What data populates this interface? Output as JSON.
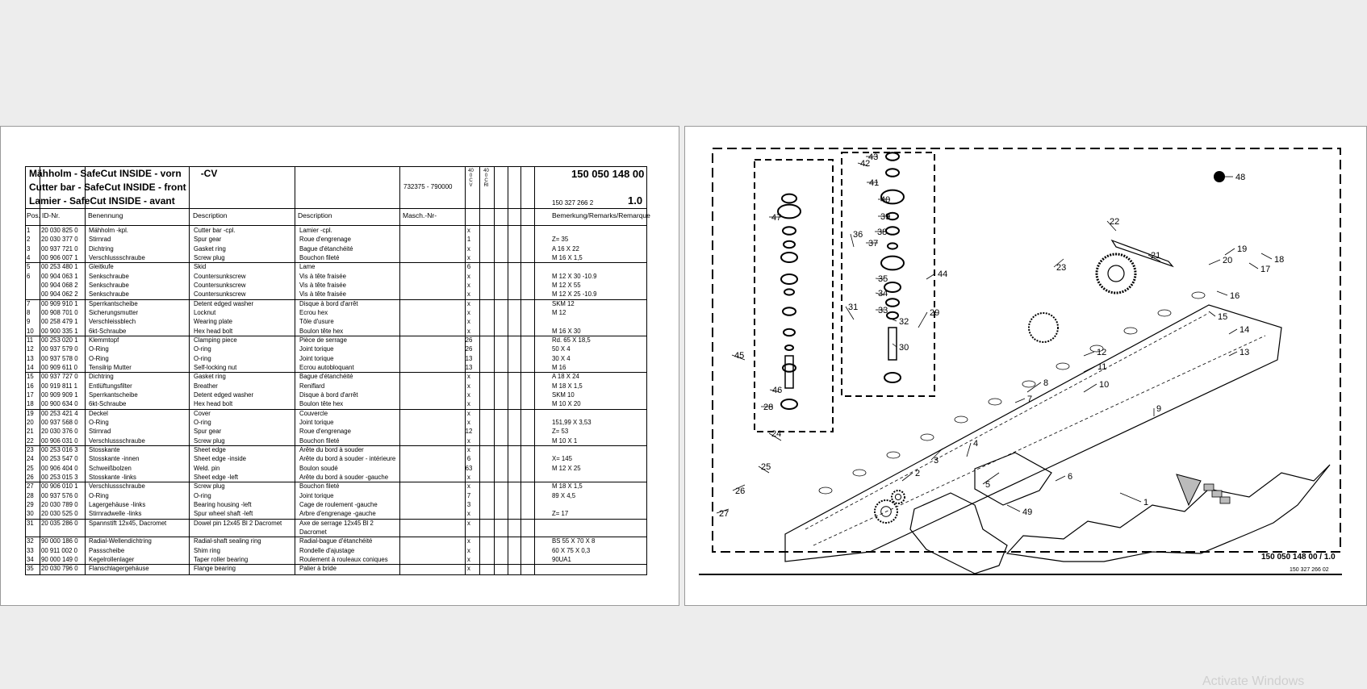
{
  "header": {
    "title_de": "Mähholm - SafeCut INSIDE - vorn",
    "title_suffix": "-CV",
    "title_en": "Cutter bar - SafeCut INSIDE - front",
    "title_fr": "Lamier - SafeCut INSIDE - avant",
    "machine_range": "732375 - 790000",
    "part_number": "150 050 148 00",
    "drawing_number": "150 327 266 2",
    "version": "1.0",
    "variant_label_1": "400CV",
    "variant_label_2": "400CRI"
  },
  "columns": {
    "pos": "Pos.",
    "id": "ID-Nr.",
    "benennung": "Benennung",
    "description_en": "Description",
    "description_fr": "Description",
    "masch": "Masch.-Nr-",
    "remarks": "Bemerkung/Remarks/Remarque"
  },
  "parts": [
    {
      "pos": "1",
      "id": "20 030 825 0",
      "de": "Mähholm -kpl.",
      "en": "Cutter bar -cpl.",
      "fr": "Lamier -cpl.",
      "qty": "x",
      "rem": ""
    },
    {
      "pos": "2",
      "id": "20 030 377 0",
      "de": "Stirnrad",
      "en": "Spur gear",
      "fr": "Roue d'engrenage",
      "qty": "1",
      "rem": "Z= 35"
    },
    {
      "pos": "3",
      "id": "00 937 721 0",
      "de": "Dichtring",
      "en": "Gasket ring",
      "fr": "Bague d'étanchéité",
      "qty": "x",
      "rem": "A 16 X 22"
    },
    {
      "pos": "4",
      "id": "00 906 007 1",
      "de": "Verschlussschraube",
      "en": "Screw plug",
      "fr": "Bouchon fileté",
      "qty": "x",
      "rem": "M 16 X 1,5"
    },
    {
      "pos": "5",
      "id": "00 253 480 1",
      "de": "Gleitkufe",
      "en": "Skid",
      "fr": "Lame",
      "qty": "6",
      "rem": ""
    },
    {
      "pos": "6",
      "id": "00 904 063 1",
      "de": "Senkschraube",
      "en": "Countersunkscrew",
      "fr": "Vis à tête fraisée",
      "qty": "x",
      "rem": "M 12 X 30 -10.9"
    },
    {
      "pos": "",
      "id": "00 904 068 2",
      "de": "Senkschraube",
      "en": "Countersunkscrew",
      "fr": "Vis à tête fraisée",
      "qty": "x",
      "rem": "M 12 X 55"
    },
    {
      "pos": "",
      "id": "00 904 062 2",
      "de": "Senkschraube",
      "en": "Countersunkscrew",
      "fr": "Vis à tête fraisée",
      "qty": "x",
      "rem": "M 12 X 25 -10.9"
    },
    {
      "pos": "7",
      "id": "00 909 910 1",
      "de": "Sperrkantscheibe",
      "en": "Detent edged washer",
      "fr": "Disque à bord d'arrêt",
      "qty": "x",
      "rem": "SKM 12"
    },
    {
      "pos": "8",
      "id": "00 908 701 0",
      "de": "Sicherungsmutter",
      "en": "Locknut",
      "fr": "Ecrou hex",
      "qty": "x",
      "rem": "M 12"
    },
    {
      "pos": "9",
      "id": "00 258 479 1",
      "de": "Verschleissblech",
      "en": "Wearing plate",
      "fr": "Tôle d'usure",
      "qty": "x",
      "rem": ""
    },
    {
      "pos": "10",
      "id": "00 900 335 1",
      "de": "6kt-Schraube",
      "en": "Hex head bolt",
      "fr": "Boulon tête hex",
      "qty": "x",
      "rem": "M 16 X 30"
    },
    {
      "pos": "11",
      "id": "00 253 020 1",
      "de": "Klemmtopf",
      "en": "Clamping piece",
      "fr": "Pièce de serrage",
      "qty": "26",
      "rem": "Rd. 65 X 18,5"
    },
    {
      "pos": "12",
      "id": "00 937 579 0",
      "de": "O-Ring",
      "en": "O-ring",
      "fr": "Joint torique",
      "qty": "26",
      "rem": "50 X 4"
    },
    {
      "pos": "13",
      "id": "00 937 578 0",
      "de": "O-Ring",
      "en": "O-ring",
      "fr": "Joint torique",
      "qty": "13",
      "rem": "30 X 4"
    },
    {
      "pos": "14",
      "id": "00 909 611 0",
      "de": "Tensilrip Mutter",
      "en": "Self-locking nut",
      "fr": "Ecrou autobloquant",
      "qty": "13",
      "rem": "M 16"
    },
    {
      "pos": "15",
      "id": "00 937 727 0",
      "de": "Dichtring",
      "en": "Gasket ring",
      "fr": "Bague d'étanchéité",
      "qty": "x",
      "rem": "A 18 X 24"
    },
    {
      "pos": "16",
      "id": "00 919 811 1",
      "de": "Entlüftungsfilter",
      "en": "Breather",
      "fr": "Reniflard",
      "qty": "x",
      "rem": "M 18 X 1,5"
    },
    {
      "pos": "17",
      "id": "00 909 909 1",
      "de": "Sperrkantscheibe",
      "en": "Detent edged washer",
      "fr": "Disque à bord d'arrêt",
      "qty": "x",
      "rem": "SKM 10"
    },
    {
      "pos": "18",
      "id": "00 900 634 0",
      "de": "6kt-Schraube",
      "en": "Hex head bolt",
      "fr": "Boulon tête hex",
      "qty": "x",
      "rem": "M 10 X 20"
    },
    {
      "pos": "19",
      "id": "00 253 421 4",
      "de": "Deckel",
      "en": "Cover",
      "fr": "Couvercle",
      "qty": "x",
      "rem": ""
    },
    {
      "pos": "20",
      "id": "00 937 568 0",
      "de": "O-Ring",
      "en": "O-ring",
      "fr": "Joint torique",
      "qty": "x",
      "rem": "151,99 X 3,53"
    },
    {
      "pos": "21",
      "id": "20 030 376 0",
      "de": "Stirnrad",
      "en": "Spur gear",
      "fr": "Roue d'engrenage",
      "qty": "12",
      "rem": "Z= 53"
    },
    {
      "pos": "22",
      "id": "00 906 031 0",
      "de": "Verschlussschraube",
      "en": "Screw plug",
      "fr": "Bouchon fileté",
      "qty": "x",
      "rem": "M 10 X 1"
    },
    {
      "pos": "23",
      "id": "00 253 016 3",
      "de": "Stosskante",
      "en": "Sheet edge",
      "fr": "Arête du bord à souder",
      "qty": "x",
      "rem": ""
    },
    {
      "pos": "24",
      "id": "00 253 547 0",
      "de": "Stosskante -innen",
      "en": "Sheet edge -inside",
      "fr": "Arête du bord à souder - intérieure",
      "qty": "6",
      "rem": "X= 145"
    },
    {
      "pos": "25",
      "id": "00 906 404 0",
      "de": "Schweißbolzen",
      "en": "Weld. pin",
      "fr": "Boulon soudé",
      "qty": "63",
      "rem": "M 12 X 25"
    },
    {
      "pos": "26",
      "id": "00 253 015 3",
      "de": "Stosskante -links",
      "en": "Sheet edge -left",
      "fr": "Arête du bord à souder -gauche",
      "qty": "x",
      "rem": ""
    },
    {
      "pos": "27",
      "id": "00 906 010 1",
      "de": "Verschlussschraube",
      "en": "Screw plug",
      "fr": "Bouchon fileté",
      "qty": "x",
      "rem": "M 18 X 1,5"
    },
    {
      "pos": "28",
      "id": "00 937 576 0",
      "de": "O-Ring",
      "en": "O-ring",
      "fr": "Joint torique",
      "qty": "7",
      "rem": "89 X 4,5"
    },
    {
      "pos": "29",
      "id": "20 030 789 0",
      "de": "Lagergehäuse -links",
      "en": "Bearing housing -left",
      "fr": "Cage de roulement -gauche",
      "qty": "3",
      "rem": ""
    },
    {
      "pos": "30",
      "id": "20 030 525 0",
      "de": "Stirnradwelle -links",
      "en": "Spur wheel shaft -left",
      "fr": "Arbre d'engrenage -gauche",
      "qty": "x",
      "rem": "Z= 17"
    },
    {
      "pos": "31",
      "id": "20 035 286 0",
      "de": "Spannstift 12x45, Dacromet",
      "en": "Dowel pin 12x45 Bl 2 Dacromet",
      "fr": "Axe de serrage 12x45 Bl 2",
      "qty": "x",
      "rem": ""
    },
    {
      "pos": "",
      "id": "",
      "de": "",
      "en": "",
      "fr": "Dacromet",
      "qty": "",
      "rem": ""
    },
    {
      "pos": "32",
      "id": "90 000 186 0",
      "de": "Radial-Wellendichtring",
      "en": "Radial-shaft sealing ring",
      "fr": "Radial-bague d'étanchéité",
      "qty": "x",
      "rem": "BS 55 X 70 X 8"
    },
    {
      "pos": "33",
      "id": "00 911 002 0",
      "de": "Passscheibe",
      "en": "Shim ring",
      "fr": "Rondelle d'ajustage",
      "qty": "x",
      "rem": "60 X 75 X 0,3"
    },
    {
      "pos": "34",
      "id": "90 000 149 0",
      "de": "Kegelrollenlager",
      "en": "Taper roller bearing",
      "fr": "Roulement à rouleaux coniques",
      "qty": "x",
      "rem": "90UA1"
    },
    {
      "pos": "35",
      "id": "20 030 796 0",
      "de": "Flanschlagergehäuse",
      "en": "Flange bearing",
      "fr": "Palier à bride",
      "qty": "x",
      "rem": ""
    }
  ],
  "drawing": {
    "caption": "150 050 148 00 / 1.0",
    "drawing_ref": "150 327 266 02",
    "callouts": [
      "1",
      "2",
      "3",
      "4",
      "5",
      "6",
      "7",
      "8",
      "9",
      "10",
      "11",
      "12",
      "13",
      "14",
      "15",
      "16",
      "17",
      "18",
      "19",
      "20",
      "21",
      "22",
      "23",
      "24",
      "25",
      "26",
      "27",
      "28",
      "29",
      "30",
      "31",
      "32",
      "33",
      "34",
      "35",
      "36",
      "37",
      "38",
      "39",
      "40",
      "41",
      "42",
      "43",
      "44",
      "45",
      "46",
      "47",
      "48",
      "49"
    ]
  },
  "watermark": "Activate Windows"
}
